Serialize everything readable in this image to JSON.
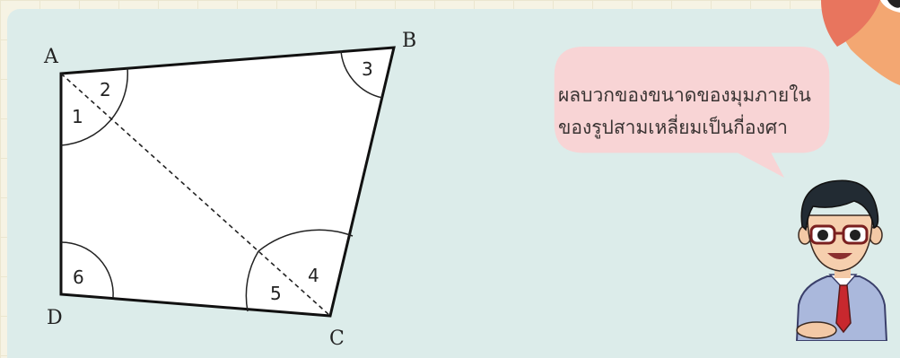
{
  "diagram": {
    "vertices": {
      "A": "A",
      "B": "B",
      "C": "C",
      "D": "D"
    },
    "angles": [
      "1",
      "2",
      "3",
      "4",
      "5",
      "6"
    ]
  },
  "speech": {
    "line1": "ผลบวกของขนาดของมุมภายใน",
    "line2": "ของรูปสามเหลี่ยมเป็นกี่องศา"
  }
}
